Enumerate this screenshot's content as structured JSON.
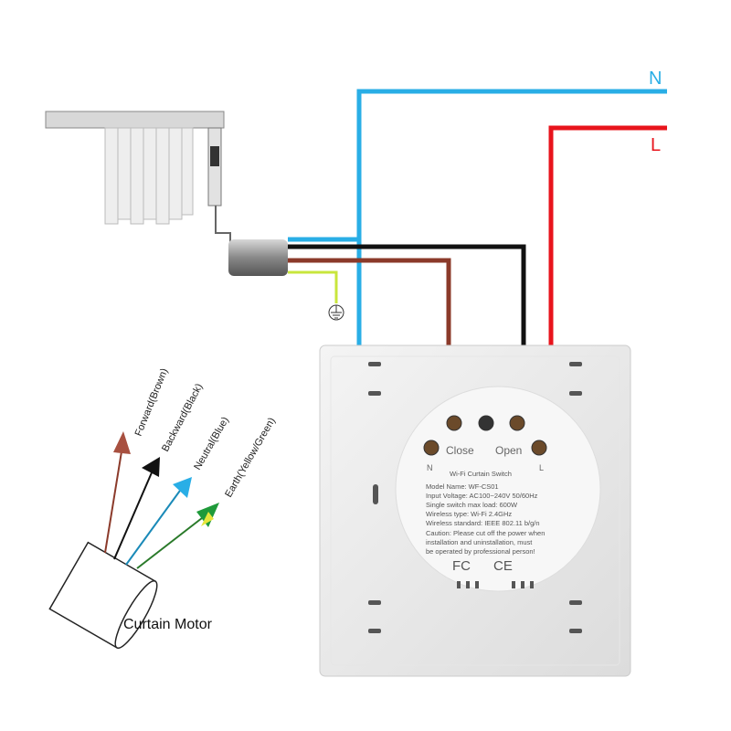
{
  "lines": {
    "neutral": "N",
    "live": "L"
  },
  "motor": {
    "label": "Curtain Motor",
    "wires": [
      {
        "label": "Forward(Brown)",
        "color": "#8b3a2a"
      },
      {
        "label": "Backward(Black)",
        "color": "#111111"
      },
      {
        "label": "Neutral(Blue)",
        "color": "#29aee6"
      },
      {
        "label": "Earth(Yellow/Green)",
        "color": "#1f9a3a"
      }
    ]
  },
  "switch": {
    "terminal_close": "Close",
    "terminal_open": "Open",
    "terminal_n": "N",
    "terminal_l": "L",
    "title": "Wi-Fi Curtain Switch",
    "specs": [
      "Model Name: WF-CS01",
      "Input Voltage: AC100~240V 50/60Hz",
      "Single switch max load: 600W",
      "Wireless type: Wi-Fi 2.4GHz",
      "Wireless standard: IEEE 802.11 b/g/n"
    ],
    "caution": [
      "Caution: Please cut off the power when",
      "installation and uninstallation, must",
      "be operated by professional person!"
    ],
    "certs": [
      "FC",
      "CE"
    ]
  },
  "colors": {
    "neutral": "#29aee6",
    "live": "#e8141c",
    "brown": "#8b3a2a",
    "black": "#111111",
    "earth": "#c8e63c"
  }
}
